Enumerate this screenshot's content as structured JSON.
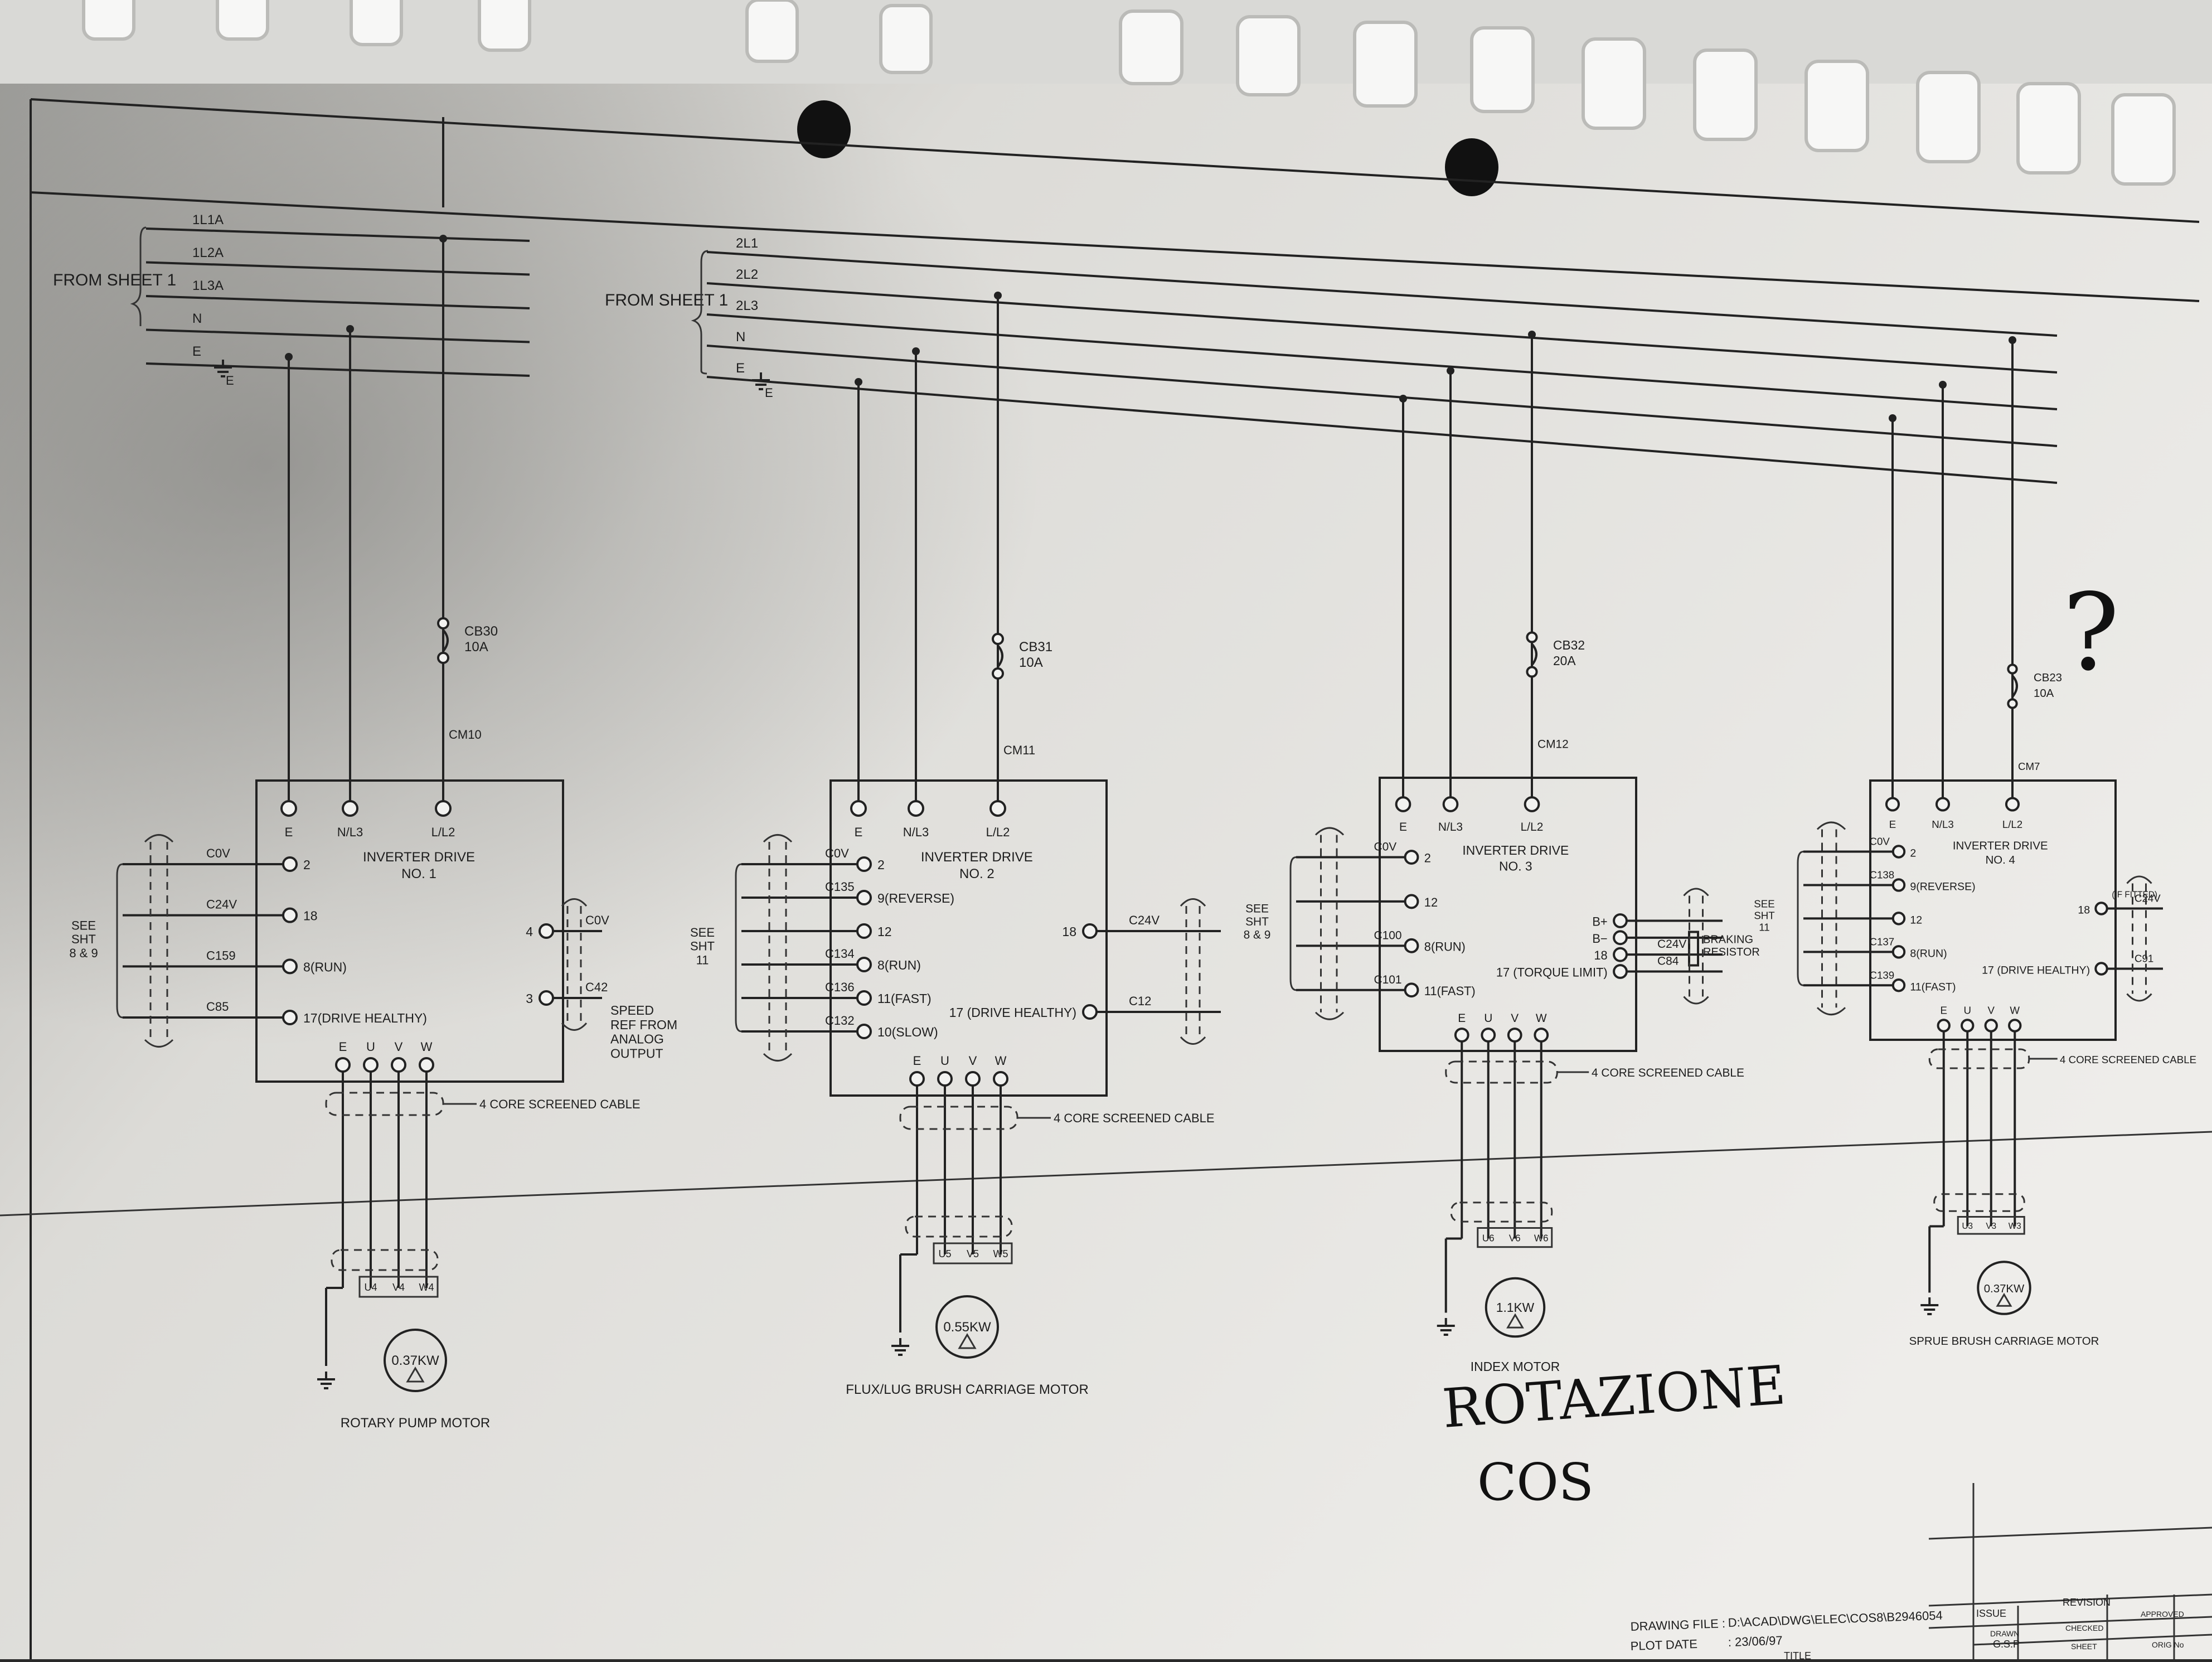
{
  "feeders": [
    {
      "from": "FROM\nSHEET 1",
      "lines": [
        "1L1A",
        "1L2A",
        "1L3A",
        "N",
        "E"
      ],
      "earth": "E"
    },
    {
      "from": "FROM\nSHEET 1",
      "lines": [
        "2L1",
        "2L2",
        "2L3",
        "N",
        "E"
      ],
      "earth": "E"
    }
  ],
  "drives": [
    {
      "breaker": "CB30",
      "rating": "10A",
      "cable_tag": "CM10",
      "title": "INVERTER DRIVE",
      "number": "NO. 1",
      "supply_terms": [
        "E",
        "N/L3",
        "L/L2"
      ],
      "see": "SEE\nSHT\n8 & 9",
      "inputs": [
        {
          "wire": "C0V",
          "label": "2"
        },
        {
          "wire": "C24V",
          "label": "18"
        },
        {
          "wire": "C159",
          "label": "8(RUN)"
        },
        {
          "wire": "C85",
          "label": "17(DRIVE HEALTHY)"
        }
      ],
      "outputs": [
        {
          "label": "4",
          "wire": "C0V"
        },
        {
          "label": "3",
          "wire": "C42"
        }
      ],
      "output_note": "SPEED\nREF FROM\nANALOG\nOUTPUT",
      "motor_terms": [
        "E",
        "U",
        "V",
        "W"
      ],
      "cable": "4 CORE SCREENED CABLE",
      "motor_labels": [
        "U4",
        "V4",
        "W4"
      ],
      "motor_rating": "0.37KW",
      "motor_name": "ROTARY PUMP MOTOR"
    },
    {
      "breaker": "CB31",
      "rating": "10A",
      "cable_tag": "CM11",
      "title": "INVERTER DRIVE",
      "number": "NO. 2",
      "supply_terms": [
        "E",
        "N/L3",
        "L/L2"
      ],
      "see": "SEE\nSHT\n11",
      "inputs": [
        {
          "wire": "C0V",
          "label": "2"
        },
        {
          "wire": "C135",
          "label": "9(REVERSE)"
        },
        {
          "wire": "",
          "label": "12"
        },
        {
          "wire": "C134",
          "label": "8(RUN)"
        },
        {
          "wire": "C136",
          "label": "11(FAST)"
        },
        {
          "wire": "C132",
          "label": "10(SLOW)"
        }
      ],
      "outputs": [
        {
          "label": "18",
          "wire": "C24V"
        },
        {
          "label": "17 (DRIVE HEALTHY)",
          "wire": "C12"
        }
      ],
      "motor_terms": [
        "E",
        "U",
        "V",
        "W"
      ],
      "cable": "4 CORE SCREENED CABLE",
      "motor_labels": [
        "U5",
        "V5",
        "W5"
      ],
      "motor_rating": "0.55KW",
      "motor_name": "FLUX/LUG BRUSH CARRIAGE MOTOR"
    },
    {
      "breaker": "CB32",
      "rating": "20A",
      "cable_tag": "CM12",
      "title": "INVERTER DRIVE",
      "number": "NO. 3",
      "supply_terms": [
        "E",
        "N/L3",
        "L/L2"
      ],
      "see": "SEE\nSHT\n8 & 9",
      "inputs": [
        {
          "wire": "C0V",
          "label": "2"
        },
        {
          "wire": "",
          "label": "12"
        },
        {
          "wire": "C100",
          "label": "8(RUN)"
        },
        {
          "wire": "C101",
          "label": "11(FAST)"
        }
      ],
      "outputs": [
        {
          "label": "B+",
          "wire": ""
        },
        {
          "label": "B−",
          "wire": ""
        },
        {
          "label": "18",
          "wire": "C24V"
        },
        {
          "label": "17 (TORQUE LIMIT)",
          "wire": "C84"
        }
      ],
      "resistor": "BRAKING\nRESISTOR",
      "motor_terms": [
        "E",
        "U",
        "V",
        "W"
      ],
      "cable": "4 CORE SCREENED CABLE",
      "motor_labels": [
        "U6",
        "V6",
        "W6"
      ],
      "motor_rating": "1.1KW",
      "motor_name": "INDEX MOTOR"
    },
    {
      "breaker": "CB23",
      "rating": "10A",
      "cable_tag": "CM7",
      "title": "INVERTER DRIVE",
      "number": "NO. 4",
      "supply_terms": [
        "E",
        "N/L3",
        "L/L2"
      ],
      "see": "SEE\nSHT\n11",
      "inputs": [
        {
          "wire": "C0V",
          "label": "2"
        },
        {
          "wire": "C138",
          "label": "9(REVERSE)"
        },
        {
          "wire": "",
          "label": "12"
        },
        {
          "wire": "C137",
          "label": "8(RUN)"
        },
        {
          "wire": "C139",
          "label": "11(FAST)"
        }
      ],
      "outputs": [
        {
          "label": "18",
          "wire": "C24V"
        },
        {
          "label": "17 (DRIVE HEALTHY)",
          "wire": "C91"
        }
      ],
      "fitted_note": "(IF FITTED)",
      "motor_terms": [
        "E",
        "U",
        "V",
        "W"
      ],
      "cable": "4 CORE SCREENED CABLE",
      "motor_labels": [
        "U3",
        "V3",
        "W3"
      ],
      "motor_rating": "0.37KW",
      "motor_name": "SPRUE BRUSH CARRIAGE MOTOR"
    }
  ],
  "handwritten": {
    "note_line1": "ROTAZIONE",
    "note_line2": "COS",
    "question": "?"
  },
  "title_block": {
    "drawing_file_label": "DRAWING FILE :",
    "drawing_file": "D:\\ACAD\\DWG\\ELEC\\COS8\\B2946054",
    "plot_date_label": "PLOT DATE",
    "plot_date": ": 23/06/97",
    "issue": "ISSUE",
    "revision": "REVISION",
    "approved": "APPROVED",
    "drawn": "DRAWN",
    "drawn_by": "G.S.P",
    "checked": "CHECKED",
    "sheet": "SHEET",
    "orig_no": "ORIG No",
    "title": "TITLE"
  },
  "colors": {
    "paper": "#ecebe7",
    "ink": "#1d1d1d",
    "shadow": "#5a5a5a",
    "binding": "#f4f4f4"
  }
}
